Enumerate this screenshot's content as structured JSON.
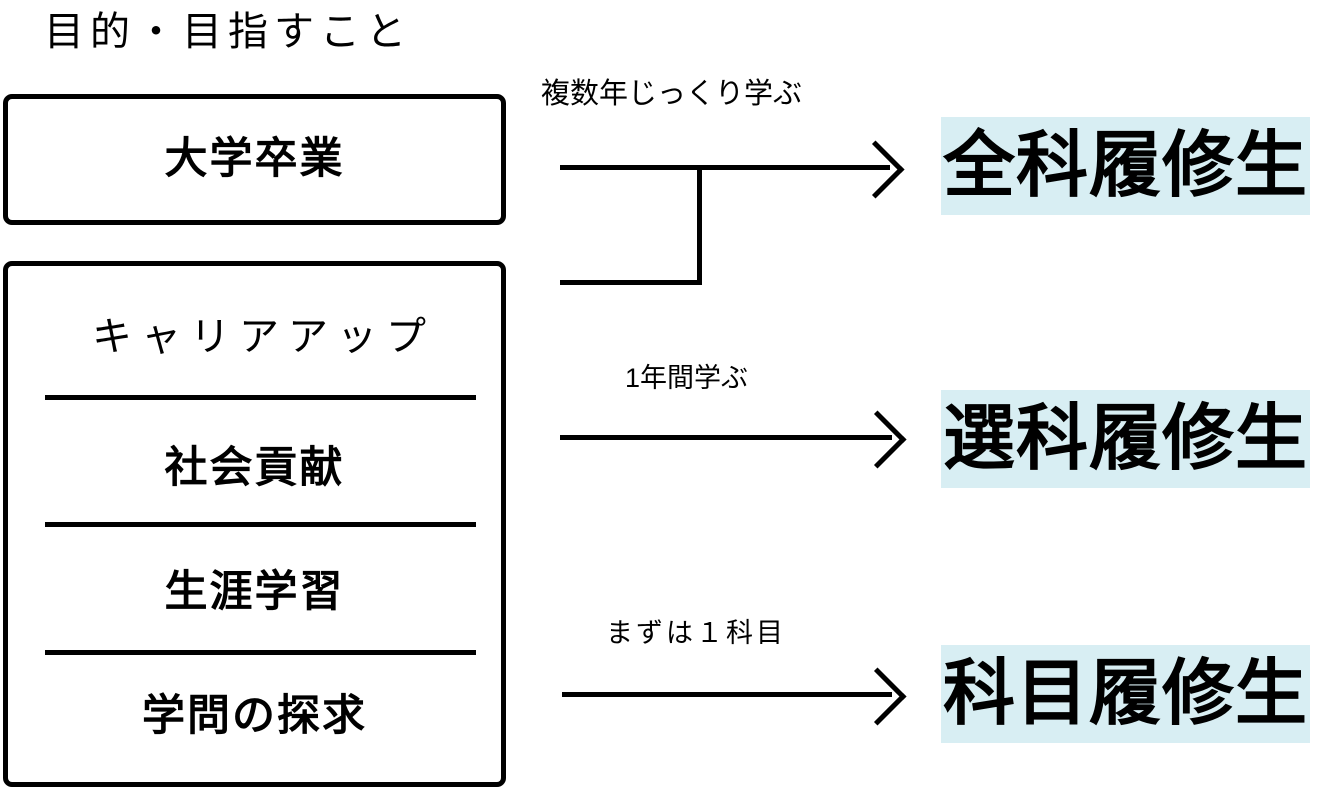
{
  "diagram": {
    "title": "目的・目指すこと",
    "highlight_color": "#d8eef3",
    "line_color": "#000000",
    "background_color": "#ffffff"
  },
  "goal_boxes": [
    {
      "id": "degree",
      "items": [
        "大学卒業"
      ]
    },
    {
      "id": "motives",
      "items": [
        "キャリアアップ",
        "社会貢献",
        "生涯学習",
        "学問の探求"
      ]
    }
  ],
  "flows": [
    {
      "label": "複数年じっくり学ぶ",
      "target": "全科履修生",
      "sources": [
        "大学卒業",
        "キャリアアップ"
      ],
      "merged": true
    },
    {
      "label": "1年間学ぶ",
      "target": "選科履修生",
      "sources": [
        "社会貢献"
      ],
      "merged": false
    },
    {
      "label": "まずは１科目",
      "target": "科目履修生",
      "sources": [
        "学問の探求"
      ],
      "merged": false
    }
  ],
  "statuses": [
    {
      "name": "全科履修生"
    },
    {
      "name": "選科履修生"
    },
    {
      "name": "科目履修生"
    }
  ]
}
